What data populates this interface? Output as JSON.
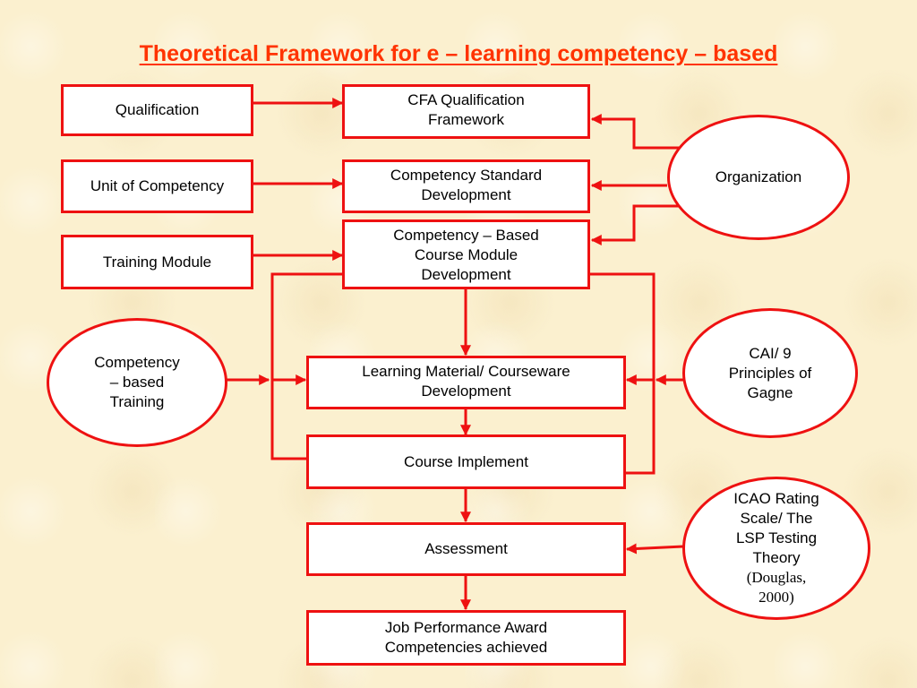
{
  "title": "Theoretical Framework for e – learning competency – based",
  "colors": {
    "accent": "#ee1111",
    "title": "#ff3300",
    "background": "#fbf0cf"
  },
  "left_boxes": {
    "qualification": "Qualification",
    "unit_of_competency": "Unit of Competency",
    "training_module": "Training Module"
  },
  "center_boxes": {
    "cfa_framework": "CFA Qualification\nFramework",
    "competency_standard": "Competency Standard\nDevelopment",
    "course_module": "Competency – Based\nCourse Module\nDevelopment",
    "learning_material": "Learning Material/ Courseware\nDevelopment",
    "course_implement": "Course Implement",
    "assessment": "Assessment",
    "job_performance": "Job Performance Award\nCompetencies achieved"
  },
  "ellipses": {
    "organization": "Organization",
    "competency_training": "Competency\n– based\nTraining",
    "cai_gagne": "CAI/ 9\nPrinciples of\nGagne",
    "icao_line1": "ICAO Rating\nScale/ The\nLSP Testing\nTheory",
    "icao_line2": "(Douglas,\n2000)"
  }
}
